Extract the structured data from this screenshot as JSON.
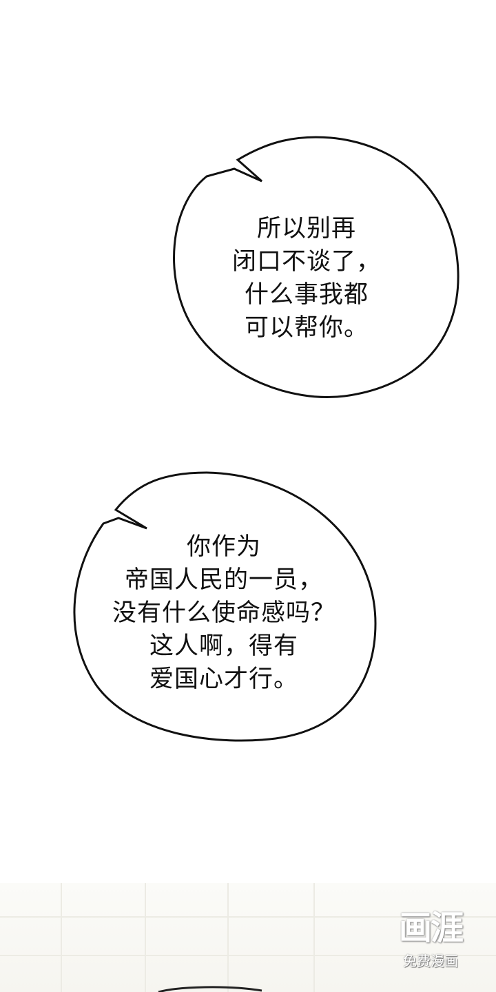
{
  "bubbles": [
    {
      "lines": [
        "所以别再",
        "闭口不谈了，",
        "什么事我都",
        "可以帮你。"
      ]
    },
    {
      "lines": [
        "你作为",
        "帝国人民的一员，",
        "没有什么使命感吗？",
        "这人啊，得有",
        "爱国心才行。"
      ]
    }
  ],
  "watermark": {
    "logo": "画涯",
    "subtitle": "免费漫画"
  }
}
